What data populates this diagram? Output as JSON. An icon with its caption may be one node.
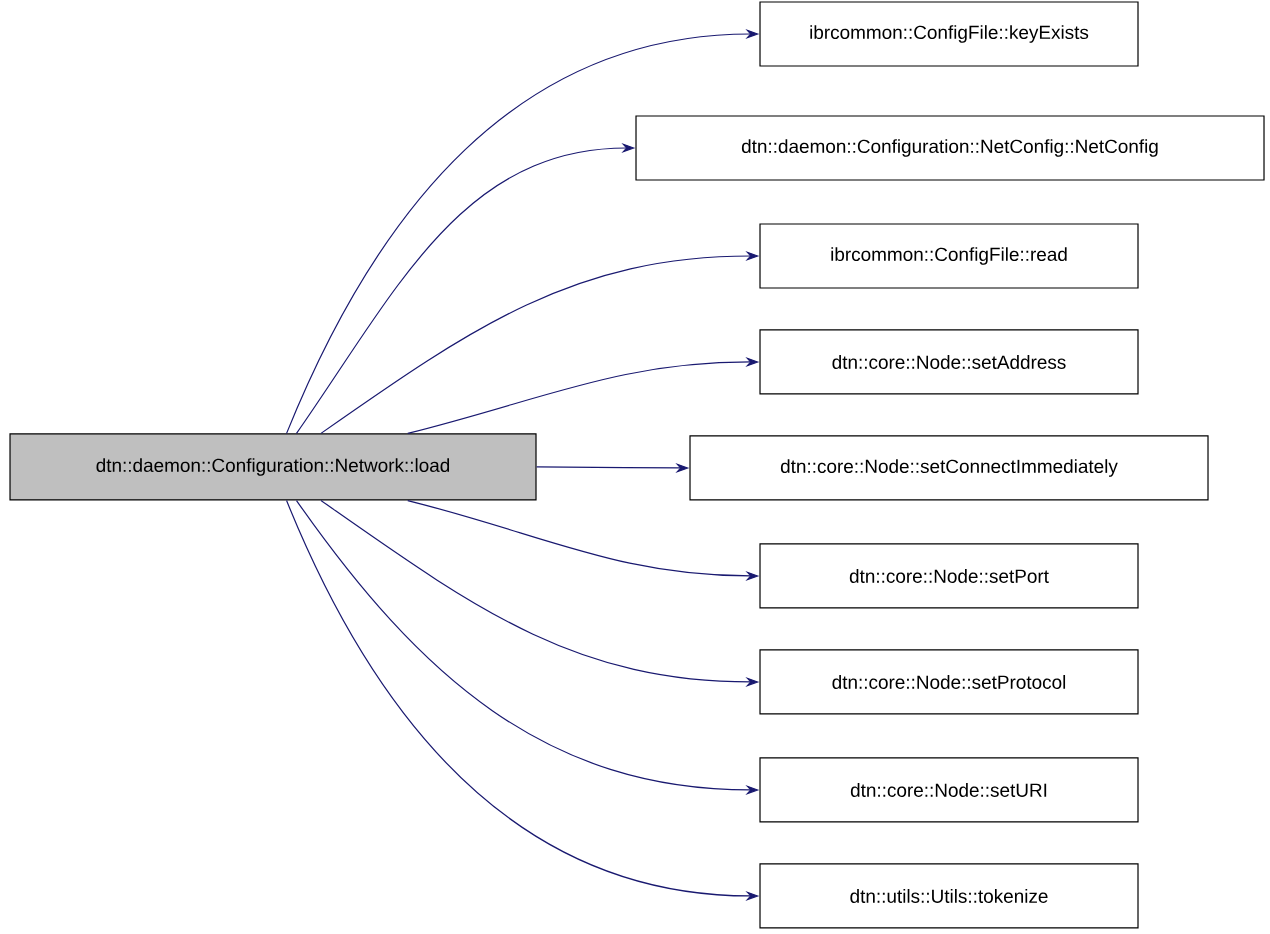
{
  "diagram": {
    "nodes": [
      {
        "text": [
          "dtn::daemon::Configuration::Network::load"
        ]
      },
      {
        "text": [
          "ibrcommon::ConfigFile::keyExists"
        ]
      },
      {
        "text": [
          "dtn::daemon::Configuration::NetConfig::NetConfig"
        ]
      },
      {
        "text": [
          "ibrcommon::ConfigFile::read"
        ]
      },
      {
        "text": [
          "dtn::core::Node::setAddress"
        ]
      },
      {
        "text": [
          "dtn::core::Node::setConnectImmediately"
        ]
      },
      {
        "text": [
          "dtn::core::Node::setPort"
        ]
      },
      {
        "text": [
          "dtn::core::Node::setProtocol"
        ]
      },
      {
        "text": [
          "dtn::core::Node::setURI"
        ]
      },
      {
        "text": [
          "dtn::utils::Utils::tokenize"
        ]
      }
    ],
    "edges": [
      {
        "from": 0,
        "to": 1,
        "arrow": "to"
      },
      {
        "from": 0,
        "to": 2,
        "arrow": "to"
      },
      {
        "from": 0,
        "to": 3,
        "arrow": "to"
      },
      {
        "from": 0,
        "to": 4,
        "arrow": "to"
      },
      {
        "from": 0,
        "to": 5,
        "arrow": "to"
      },
      {
        "from": 0,
        "to": 6,
        "arrow": "to"
      },
      {
        "from": 0,
        "to": 7,
        "arrow": "to"
      },
      {
        "from": 0,
        "to": 8,
        "arrow": "to"
      },
      {
        "from": 0,
        "to": 9,
        "arrow": "to"
      }
    ]
  }
}
